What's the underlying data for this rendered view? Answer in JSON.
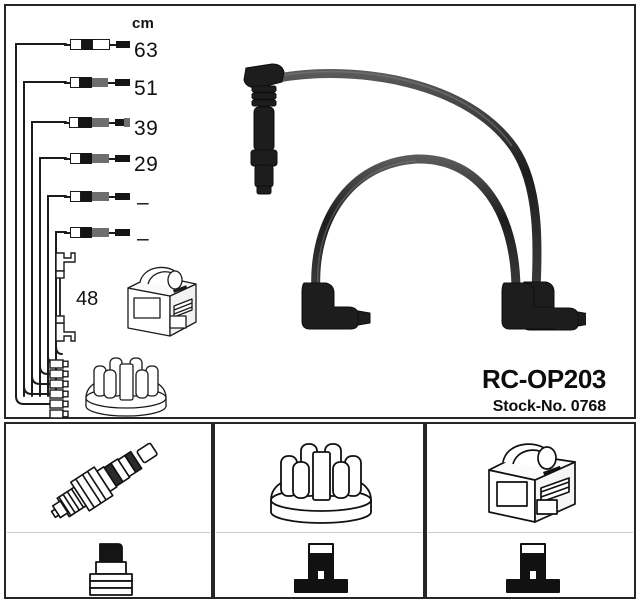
{
  "document": {
    "type": "ignition-cable-kit-diagram",
    "product_code": "RC-OP203",
    "stock_label": "Stock-No. 0768"
  },
  "measurements": {
    "unit_header": "cm",
    "rows": [
      {
        "label": "63",
        "is_dash": false
      },
      {
        "label": "51",
        "is_dash": false
      },
      {
        "label": "39",
        "is_dash": false
      },
      {
        "label": "29",
        "is_dash": false
      },
      {
        "label": "–",
        "is_dash": true
      },
      {
        "label": "–",
        "is_dash": true
      }
    ],
    "extra_lead": "48"
  },
  "illustrations": {
    "main": {
      "long_cable": "ignition-cable-long",
      "short_cable": "ignition-cable-short",
      "coil_pack": "ignition-coil-pack",
      "distributor_cap": "distributor-cap",
      "short_lead": "coil-jumper-lead"
    },
    "cells": [
      {
        "top": "spark-plug",
        "bottom": "spark-plug-boot"
      },
      {
        "top": "distributor-cap",
        "bottom": "terminal-connector"
      },
      {
        "top": "ignition-coil-pack",
        "bottom": "terminal-connector"
      }
    ]
  },
  "colors": {
    "ink": "#1b1b1b",
    "frame": "#262626",
    "divider": "#c9c9c9",
    "paper": "#ffffff",
    "cable": "#2a2a2a"
  }
}
